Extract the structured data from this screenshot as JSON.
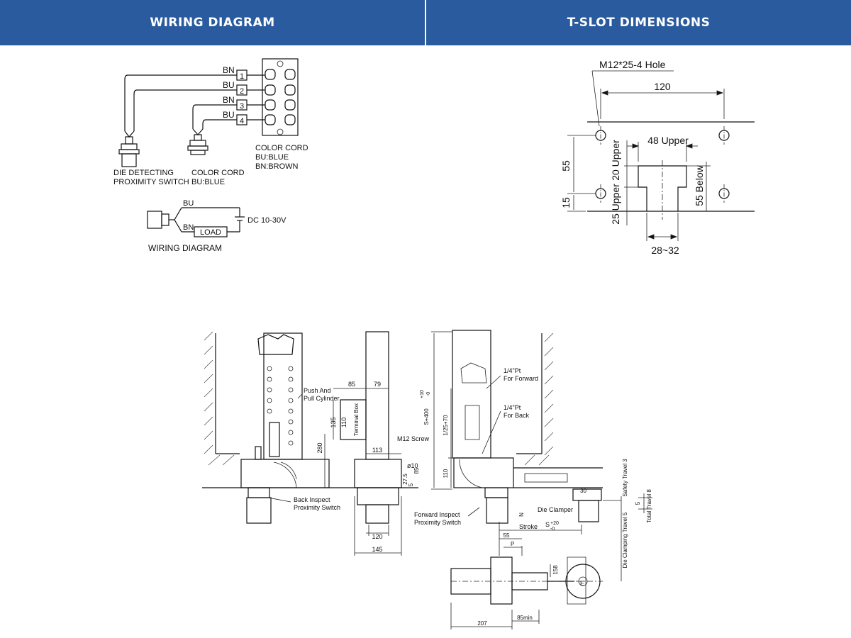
{
  "header": {
    "left_title": "WIRING DIAGRAM",
    "right_title": "T-SLOT DIMENSIONS"
  },
  "wiring": {
    "wire_labels": [
      "BN",
      "BU",
      "BN",
      "BU"
    ],
    "terminal_numbers": [
      "1",
      "2",
      "3",
      "4"
    ],
    "color_cord_block": [
      "COLOR CORD",
      "BU:BLUE",
      "BN:BROWN"
    ],
    "sensor1_label": [
      "DIE DETECTING",
      "PROXIMITY SWITCH"
    ],
    "sensor2_label": [
      "COLOR CORD",
      "BU:BLUE"
    ],
    "circuit": {
      "bu": "BU",
      "bn": "BN",
      "load": "LOAD",
      "supply": "DC 10-30V",
      "caption": "WIRING DIAGRAM"
    }
  },
  "tslot": {
    "hole_label": "M12*25-4 Hole",
    "dim_120": "120",
    "dim_48_upper": "48 Upper",
    "dim_55": "55",
    "dim_20_upper": "20 Upper",
    "dim_15": "15",
    "dim_25_upper": "25 Upper",
    "dim_55_below": "55 Below",
    "dim_28_32": "28~32"
  },
  "assembly": {
    "push_pull": [
      "Push And",
      "Pull Cylinder"
    ],
    "terminal_box": "Terminal Box",
    "dim_85": "85",
    "dim_79": "79",
    "dim_135": "135",
    "dim_110a": "110",
    "dim_280": "280",
    "dim_113": "113",
    "m12_screw": "M12 Screw",
    "dia_10": "ø10",
    "dim_27_5": "27.5",
    "dim_85b": "85",
    "dim_5": "5",
    "back_inspect": [
      "Back Inspect",
      "Proximity Switch"
    ],
    "dim_120b": "120",
    "dim_145": "145",
    "stroke_formula": "S+400",
    "tol_plus10": "+10",
    "tol_minus0": "-0",
    "dim_l25_70": "1/25+70",
    "dim_110b": "110",
    "pt_forward": [
      "1/4\"Pt",
      "For Forward"
    ],
    "pt_back": [
      "1/4\"Pt",
      "For Back"
    ],
    "forward_inspect": [
      "Forward Inspect",
      "Proximity Switch"
    ],
    "dim_30": "30",
    "die_clamper": "Die Clamper",
    "safety_travel": "Safety Travel 3",
    "total_travel": "Total Travel 8",
    "clamping_travel": "Die Clamping Travel 5",
    "stroke_label": "Stroke",
    "stroke_s": "S",
    "tol_plus20": "+20",
    "tol_minus0b": "-0",
    "n_label": "N",
    "dim_55b": "55",
    "p_label": "P",
    "dim_158": "158",
    "e_label": "E",
    "dim_207": "207",
    "dim_85min": "85min"
  }
}
